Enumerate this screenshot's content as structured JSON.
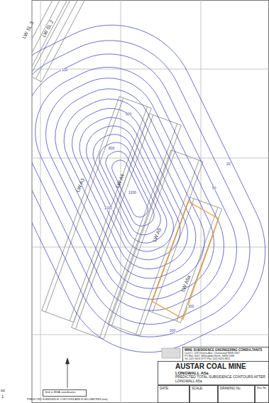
{
  "diagram": {
    "nodes": [
      {
        "text": [
          "MINE SUBSIDENCE ENGINEERING CONSULTANTS",
          "Level 1, 228 Victoria Ave, Chatswood NSW 2067",
          "PO Box 3047, Willoughby North, NSW 2068",
          "Tel. (02) 9413 3777   Fax. (02) 9413 3822"
        ]
      },
      {
        "text": [
          "AUSTAR COAL MINE",
          "LONGWALL A5a",
          "PREDICTED TOTAL SUBSIDENCE CONTOURS AFTER LONGWALL A5a"
        ]
      },
      {
        "text": [
          "DATE:"
        ]
      },
      {
        "text": [
          "SCALE:"
        ]
      },
      {
        "text": [
          "DRAWING No:"
        ]
      },
      {
        "text": [
          "Rev No"
        ]
      },
      {
        "text": [
          "Grid is MGA coordinates"
        ]
      }
    ],
    "labels": [
      "LW SL 3",
      "LW SL 2",
      "LW A3",
      "LW A4",
      "LW A5",
      "LW A5a",
      "20",
      "50",
      "100",
      "200",
      "300",
      "500",
      "800",
      "1100",
      "1200",
      "oc",
      "1",
      "PREDICTED SUBSIDENCE CONTOURS ARE IN MILLIMETRES (mm)"
    ]
  }
}
